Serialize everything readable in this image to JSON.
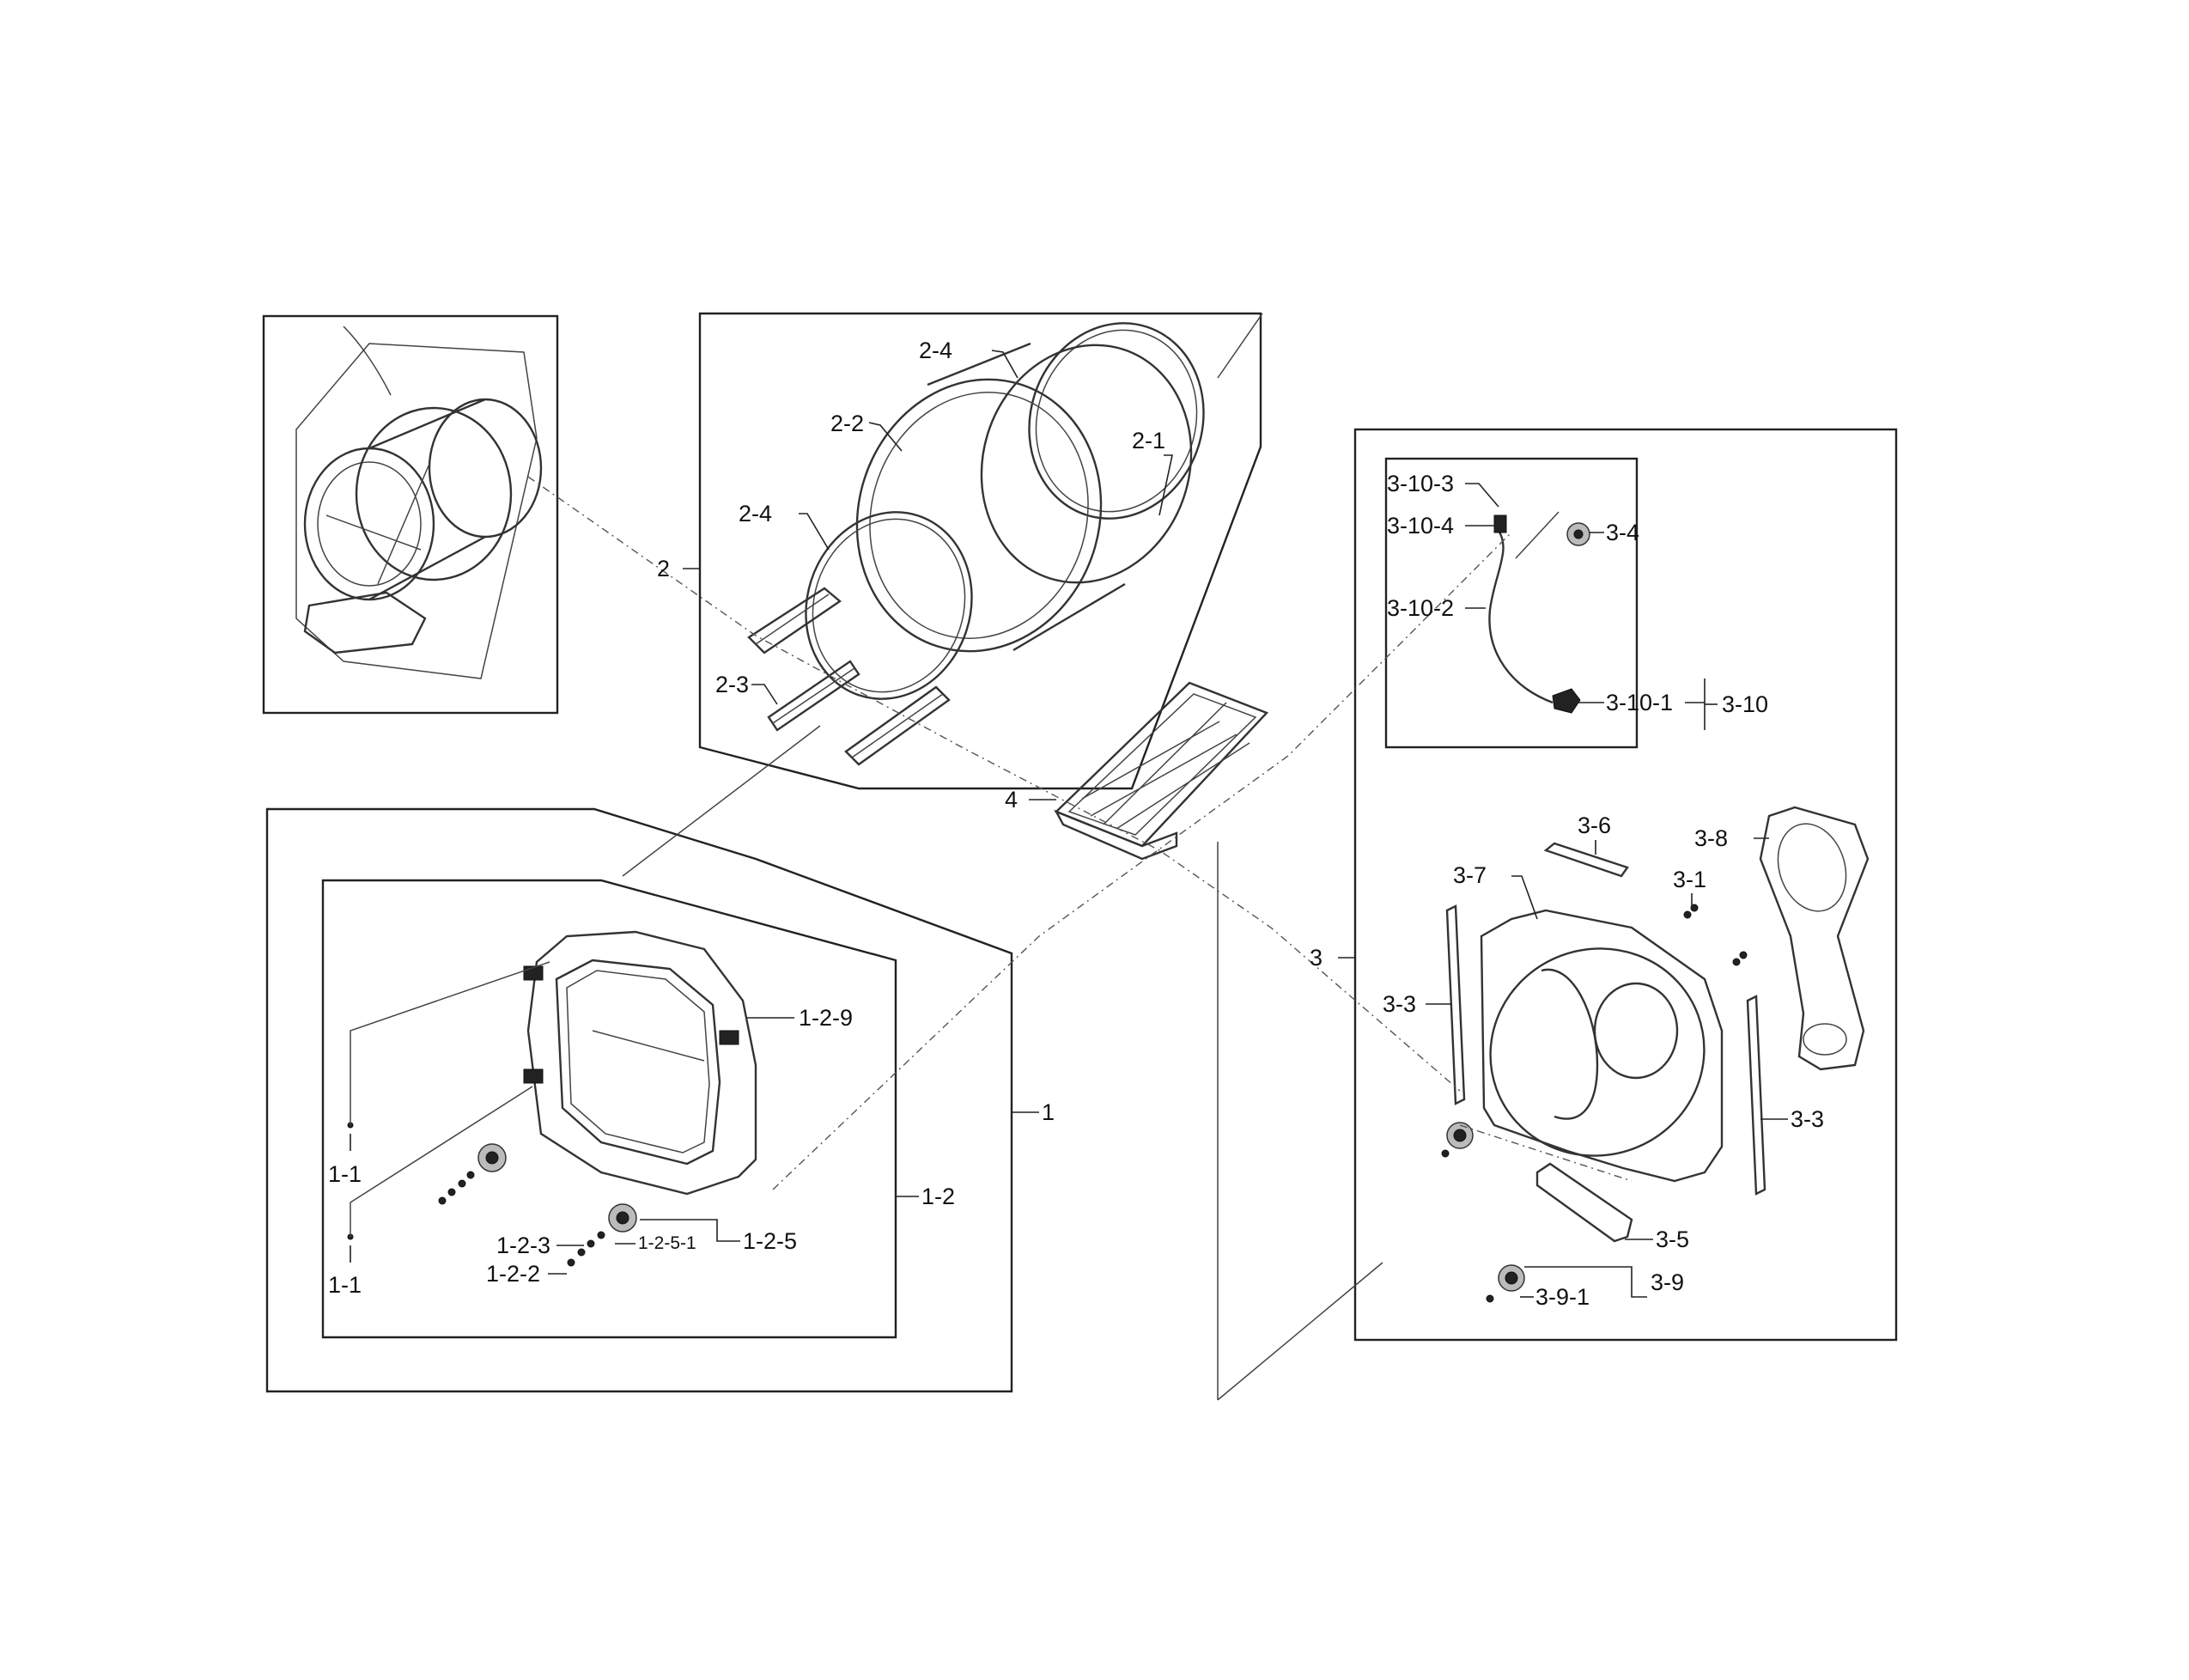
{
  "labels": {
    "l_2_4a": "2-4",
    "l_2_2": "2-2",
    "l_2_1": "2-1",
    "l_2_4b": "2-4",
    "l_2": "2",
    "l_2_3": "2-3",
    "l_4": "4",
    "l_3_10_3": "3-10-3",
    "l_3_10_4": "3-10-4",
    "l_3_4": "3-4",
    "l_3_10_2": "3-10-2",
    "l_3_10_1": "3-10-1",
    "l_3_10": "3-10",
    "l_3_6": "3-6",
    "l_3_8": "3-8",
    "l_3_7": "3-7",
    "l_3_1": "3-1",
    "l_3": "3",
    "l_3_3a": "3-3",
    "l_3_3b": "3-3",
    "l_3_5": "3-5",
    "l_3_9": "3-9",
    "l_3_9_1": "3-9-1",
    "l_1_2_9": "1-2-9",
    "l_1": "1",
    "l_1_1a": "1-1",
    "l_1_2": "1-2",
    "l_1_2_5": "1-2-5",
    "l_1_2_5_1": "1-2-5-1",
    "l_1_2_3": "1-2-3",
    "l_1_2_2": "1-2-2",
    "l_1_1b": "1-1"
  },
  "colors": {
    "line": "#222222",
    "background": "#ffffff"
  }
}
